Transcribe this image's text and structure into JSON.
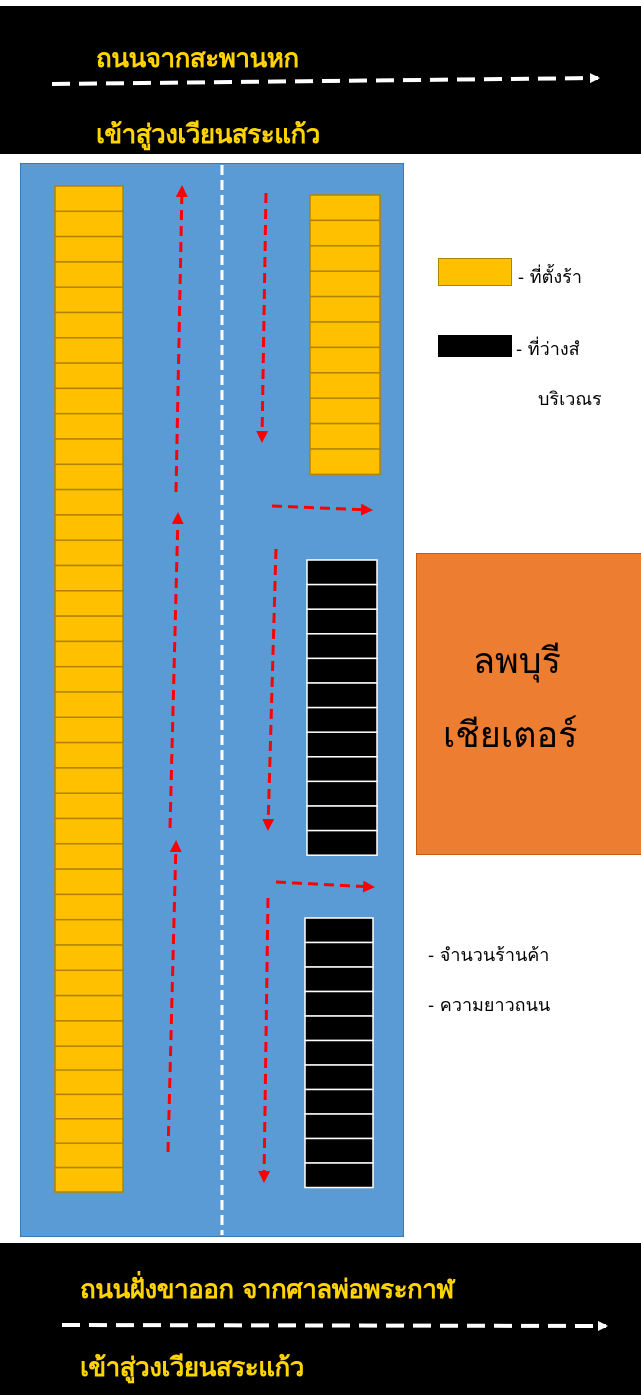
{
  "top_road": {
    "line1": "ถนนจากสะพานหก",
    "line2": "เข้าสู่วงเวียนสระแก้ว"
  },
  "bottom_road": {
    "line1": "ถนนฝั่งขาออก จากศาลพ่อพระกาฬ",
    "line2": "เข้าสู่วงเวียนสระแก้ว"
  },
  "legend": {
    "shop_label": "- ที่ตั้งร้า",
    "vacant_label": "- ที่ว่างสํ",
    "area_label": "บริเวณร"
  },
  "building": {
    "line1": "ลพบุรี",
    "line2": "เชียเตอร์"
  },
  "info": {
    "shop_count": "- จํานวนร้านค้า",
    "road_length": "- ความยาวถนน"
  },
  "colors": {
    "road": "#000000",
    "road_text": "#ffd400",
    "zone": "#5b9bd5",
    "shop": "#ffc000",
    "vacant": "#000000",
    "building": "#ed7d31",
    "arrow": "#ff0000"
  }
}
